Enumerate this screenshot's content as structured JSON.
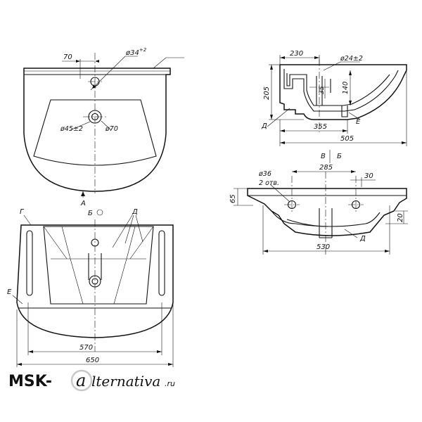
{
  "dims": {
    "d70_top": "70",
    "d34": "ø34",
    "d34_sup": "+2",
    "d45": "ø45±2",
    "d70": "ø70",
    "d570": "570",
    "d650": "650",
    "d230": "230",
    "d24": "ø24±2",
    "d205": "205",
    "d35": "35",
    "d140": "140",
    "d355": "355",
    "d505": "505",
    "d285": "285",
    "d30": "30",
    "d36": "ø36",
    "d2otv": "2 отв.",
    "d65": "65",
    "d20": "20",
    "d530": "530"
  },
  "labels": {
    "A": "A",
    "B_arrow": "Б",
    "B_view": "Б",
    "B_sect": "Б",
    "V": "В",
    "G": "Г",
    "E_left": "E",
    "E_side": "E",
    "D_front": "Д",
    "D_side": "Д",
    "D_back": "Д"
  },
  "watermark": {
    "left": "MSK-",
    "logo_letter": "a",
    "right": "lternativa",
    "tld": ".ru"
  }
}
